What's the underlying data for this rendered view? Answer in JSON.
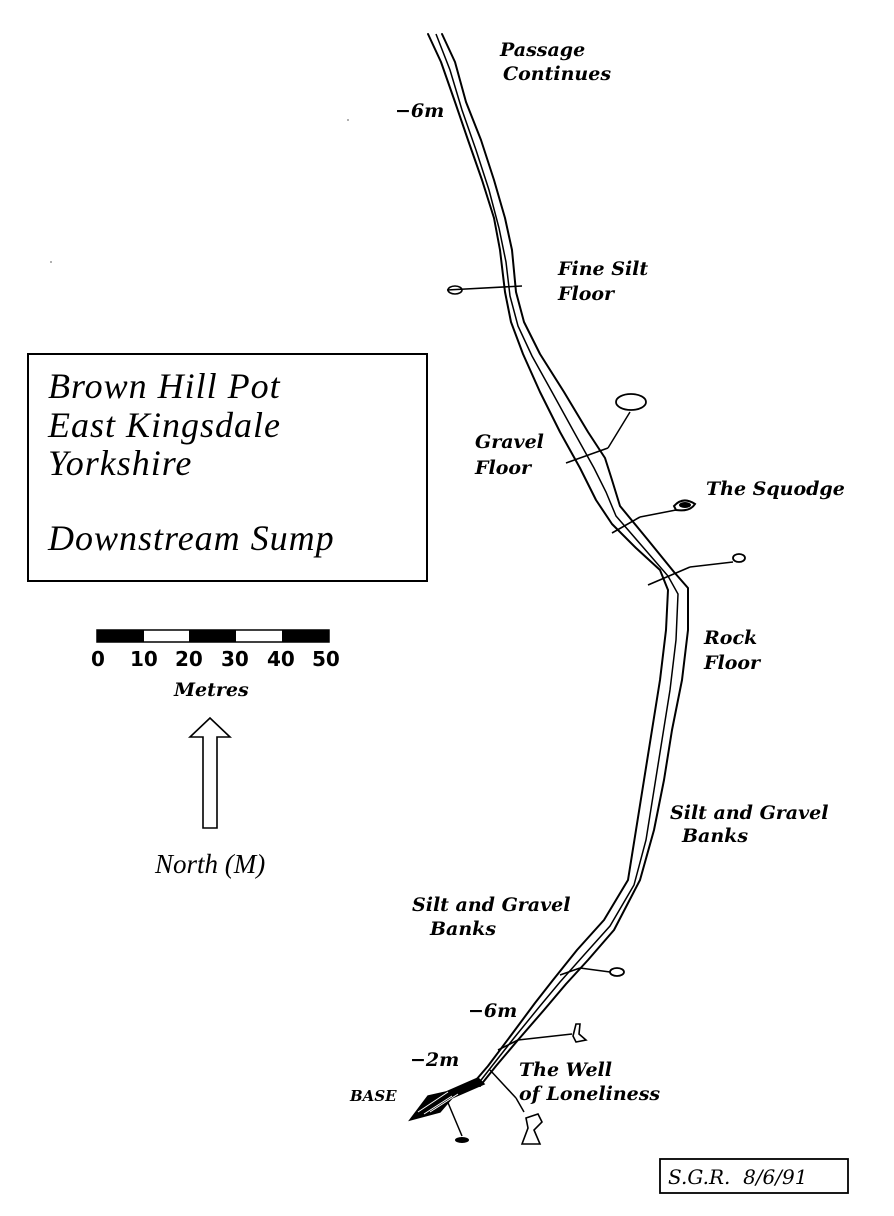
{
  "title_block": {
    "line1": "Brown Hill Pot",
    "line2": "East Kingsdale",
    "line3": "Yorkshire",
    "line4": "Downstream Sump"
  },
  "scale_bar": {
    "ticks": [
      "0",
      "10",
      "20",
      "30",
      "40",
      "50"
    ],
    "unit": "Metres"
  },
  "north_arrow": {
    "label": "North (M)"
  },
  "labels": {
    "passage_continues_1": "Passage",
    "passage_continues_2": "Continues",
    "depth_top": "−6m",
    "fine_silt_1": "Fine Silt",
    "fine_silt_2": "Floor",
    "gravel_1": "Gravel",
    "gravel_2": "Floor",
    "squodge": "The Squodge",
    "rock_1": "Rock",
    "rock_2": "Floor",
    "silt_gravel_right_1": "Silt and Gravel",
    "silt_gravel_right_2": "Banks",
    "silt_gravel_left_1": "Silt and Gravel",
    "silt_gravel_left_2": "Banks",
    "depth_lower": "−6m",
    "depth_base": "−2m",
    "well_1": "The Well",
    "well_2": "of Loneliness",
    "base": "BASE"
  },
  "signature": "S.G.R.  8/6/91"
}
